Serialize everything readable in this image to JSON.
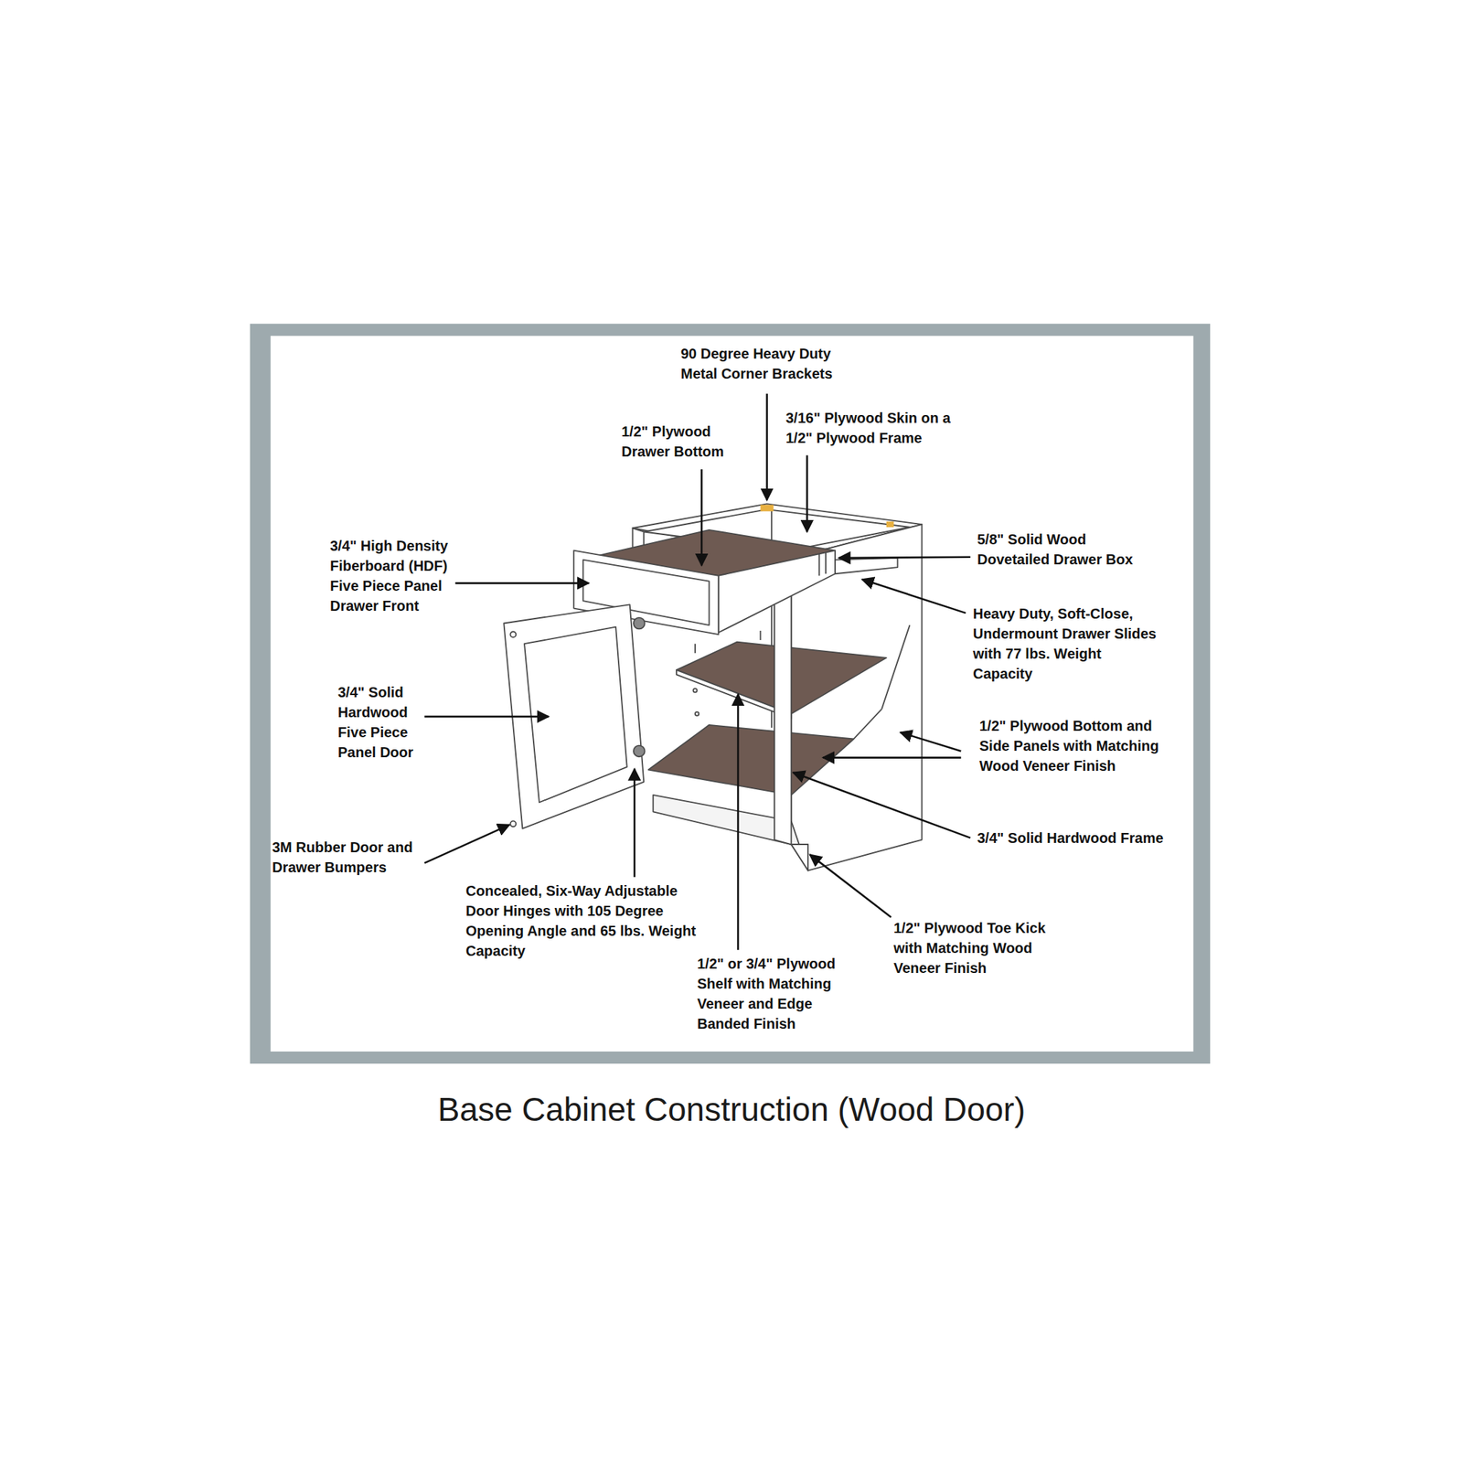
{
  "diagram": {
    "caption": "Base Cabinet Construction (Wood Door)",
    "labels": [
      "90 Degree Heavy Duty Metal Corner Brackets",
      "1/2\" Plywood Drawer Bottom",
      "3/16\" Plywood Skin on a 1/2\" Plywood Frame",
      "3/4\" High Density Fiberboard (HDF) Five Piece Panel Drawer Front",
      "5/8\" Solid Wood Dovetailed Drawer Box",
      "Heavy Duty, Soft-Close, Undermount Drawer Slides with 77 lbs. Weight Capacity",
      "3/4\" Solid Hardwood Five Piece Panel Door",
      "1/2\" Plywood Bottom and Side Panels with Matching Wood Veneer Finish",
      "3/4\" Solid Hardwood Frame",
      "3M Rubber Door and Drawer Bumpers",
      "Concealed, Six-Way Adjustable Door Hinges with 105 Degree Opening Angle and 65 lbs. Weight Capacity",
      "1/2\" Plywood Toe Kick with Matching Wood Veneer Finish",
      "1/2\" or 3/4\" Plywood Shelf with Matching Veneer and Edge Banded Finish"
    ]
  }
}
